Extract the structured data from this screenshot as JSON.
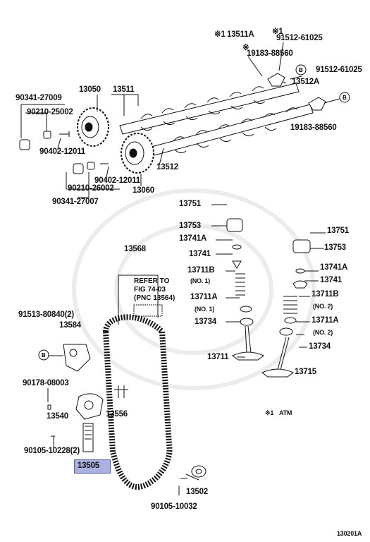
{
  "labels": {
    "p13511A": "13511A",
    "p91512_top": "91512-61025",
    "p19183_top": "19183-88560",
    "p91512_right": "91512-61025",
    "p13512A": "13512A",
    "p19183_right": "19183-88560",
    "p90341_27009": "90341-27009",
    "p13050": "13050",
    "p13511": "13511",
    "p90210_25002": "90210-25002",
    "p90402_12011_a": "90402-12011",
    "p13512": "13512",
    "p90402_12011_b": "90402-12011",
    "p90210_26002": "90210-26002",
    "p13060": "13060",
    "p90341_27007": "90341-27007",
    "p13751_left": "13751",
    "p13753_left": "13753",
    "p13741A_left": "13741A",
    "p13741_left": "13741",
    "p13711B_left": "13711B",
    "p13711A_left": "13711A",
    "p13734_left": "13734",
    "p13711": "13711",
    "p13751_right": "13751",
    "p13753_right": "13753",
    "p13741A_right": "13741A",
    "p13741_right": "13741",
    "p13711B_right": "13711B",
    "p13711A_right": "13711A",
    "p13734_right": "13734",
    "p13715": "13715",
    "p13568": "13568",
    "p91513": "91513-80840(2)",
    "p13584": "13584",
    "p90178": "90178-08003",
    "p13540": "13540",
    "p13556": "13556",
    "p90105_10228": "90105-10228(2)",
    "p13505": "13505",
    "p13502": "13502",
    "p90105_10032": "90105-10032"
  },
  "qualifiers": {
    "no1_a": "(NO. 1)",
    "no1_b": "(NO. 1)",
    "no2_a": "(NO. 2)",
    "no2_b": "(NO. 2)"
  },
  "marks": {
    "star1_13511A": "※1",
    "star1_91512": "※1",
    "star_19183": "※",
    "star1_atm": "※1"
  },
  "refer_note": "REFER TO\nFIG 74-03\n(PNC 13564)",
  "legend": {
    "atm": "ATM"
  },
  "callouts": {
    "b": "B"
  },
  "highlighted_part": "13505",
  "figure_code": "130201A",
  "colors": {
    "highlight": "#aab0df",
    "line": "#111111"
  }
}
